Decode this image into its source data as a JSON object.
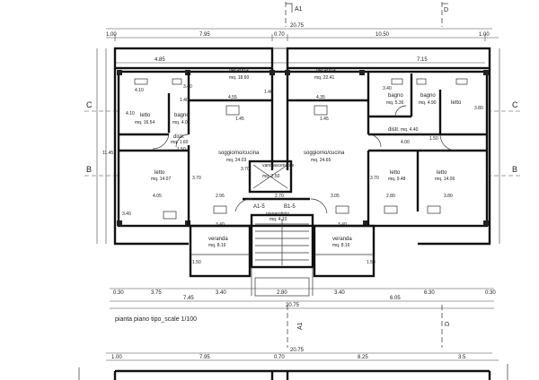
{
  "title": "pianta piano tipo_scale 1/100",
  "overall": {
    "top_total": "20.75",
    "bottom_total": "20.75",
    "lower_sheet_total": "20.75"
  },
  "top_dims_row1": [
    "1.00",
    "7.95",
    "0.70",
    "10.50",
    "1.00"
  ],
  "top_dims_row2": [
    "4.85",
    "7.15"
  ],
  "bottom_dims_row1": [
    "0.30",
    "3.75",
    "3.40",
    "2.80",
    "3.40",
    "6.30",
    "0.30"
  ],
  "bottom_dims_row2": [
    "7.45",
    "6.05"
  ],
  "lower_sheet_dims": [
    "1.00",
    "7.95",
    "0.70",
    "8.25",
    "3.5"
  ],
  "section_marks": {
    "left_c": "C",
    "right_c": "C",
    "left_b": "B",
    "right_b": "B",
    "top_d": "D",
    "bottom_a1": "A1",
    "bottom_d": "D"
  },
  "rooms": [
    {
      "id": "veranda-top-left",
      "name": "veranda",
      "area": "mq. 18.60"
    },
    {
      "id": "veranda-top-right",
      "name": "veranda",
      "area": "mq. 22.41"
    },
    {
      "id": "letto-nw",
      "name": "letto",
      "area": "mq. 16.54"
    },
    {
      "id": "bagno-nw",
      "name": "bagno",
      "area": "mq. 4.04"
    },
    {
      "id": "distr-w",
      "name": "distr.",
      "area": "mq. 1.60"
    },
    {
      "id": "soggiorno-w",
      "name": "soggiorno/cucina",
      "area": "mq. 24.03"
    },
    {
      "id": "soggiorno-e",
      "name": "soggiorno/cucina",
      "area": "mq. 24.65"
    },
    {
      "id": "letto-sw",
      "name": "letto",
      "area": "mq. 14.07"
    },
    {
      "id": "bagno-ne1",
      "name": "bagno",
      "area": "mq. 5.36"
    },
    {
      "id": "bagno-ne2",
      "name": "bagno",
      "area": "mq. 4.90"
    },
    {
      "id": "letto-ne",
      "name": "letto",
      "area": ""
    },
    {
      "id": "distr-e",
      "name": "distr.",
      "area": "mq. 4.40"
    },
    {
      "id": "letto-se1",
      "name": "letto",
      "area": "mq. 9.48"
    },
    {
      "id": "letto-se2",
      "name": "letto",
      "area": "mq. 14.06"
    },
    {
      "id": "vano-ascensore",
      "name": "vano ascensore",
      "area": "mq. 2.50"
    },
    {
      "id": "pianerottolo",
      "name": "pianerottolo",
      "area": "mq. 4.10"
    },
    {
      "id": "veranda-bottom-left",
      "name": "veranda",
      "area": "mq. 8.16"
    },
    {
      "id": "veranda-bottom-right",
      "name": "veranda",
      "area": "mq. 8.16"
    }
  ],
  "unit_tags": [
    "A1-5",
    "B1-5"
  ],
  "interior_dims": [
    "4.10",
    "3.40",
    "1.45",
    "4.55",
    "1.40",
    "4.35",
    "1.45",
    "4.10",
    "1.50",
    "1.40",
    "3.40",
    "3.80",
    "4.00",
    "1.50",
    "2.80",
    "3.80",
    "4.05",
    "2.95",
    "3.70",
    "3.05",
    "2.70",
    "3.70",
    "3.40",
    "3.40",
    "1.50",
    "1.50",
    "11.45",
    "3.70",
    "3.40"
  ]
}
